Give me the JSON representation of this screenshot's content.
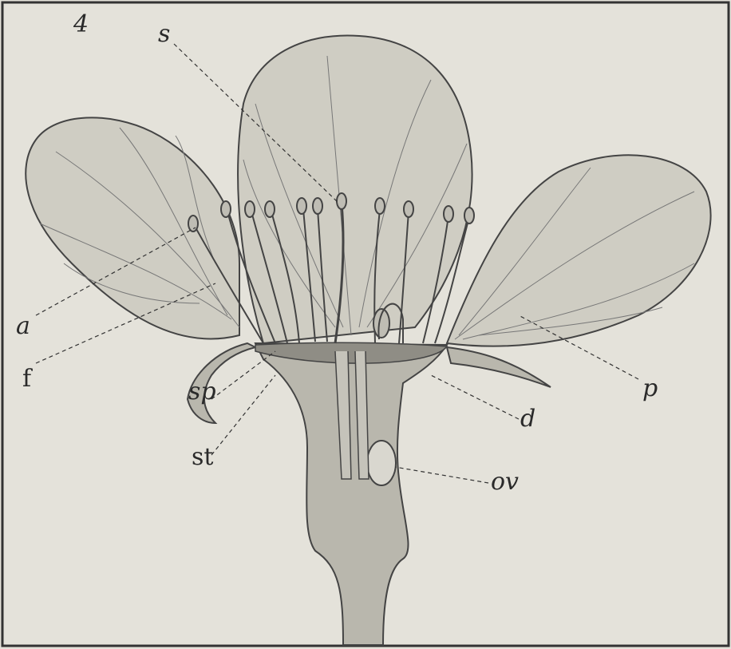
{
  "figure": {
    "corner_mark": "4",
    "labels": {
      "s": "s",
      "a": "a",
      "f": "f",
      "sp": "sp",
      "st": "st",
      "p": "p",
      "d": "d",
      "ov": "ov"
    }
  },
  "colors": {
    "background": "#e4e2da",
    "petal_fill": "#cfcdc3",
    "stem_fill": "#b9b7ad",
    "ink": "#2a2a2a"
  }
}
